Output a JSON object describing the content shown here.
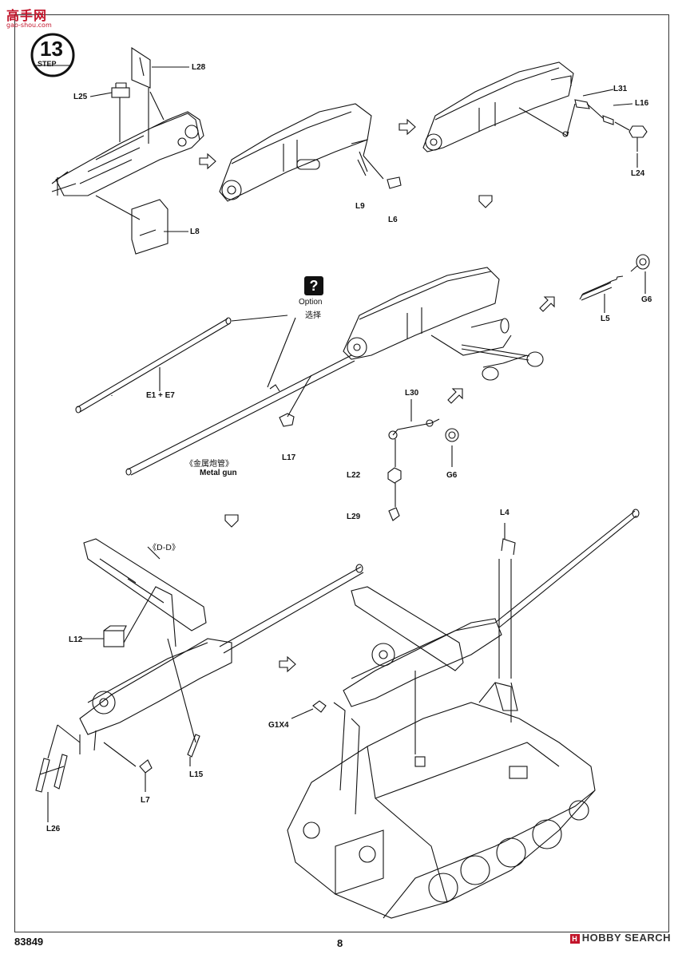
{
  "logo": {
    "cn": "高手网",
    "url_text": "gao-shou.com"
  },
  "step": {
    "number": "13",
    "label": "STEP"
  },
  "parts": {
    "L25": "L25",
    "L28": "L28",
    "L8": "L8",
    "L9": "L9",
    "L6": "L6",
    "L31": "L31",
    "L16": "L16",
    "L24": "L24",
    "L5": "L5",
    "G6a": "G6",
    "E1E7": "E1 + E7",
    "L17": "L17",
    "L30": "L30",
    "L22": "L22",
    "G6b": "G6",
    "L29": "L29",
    "L4": "L4",
    "L12": "L12",
    "L15": "L15",
    "L7": "L7",
    "L26": "L26",
    "G1X4": "G1X4"
  },
  "option": {
    "icon": "?",
    "en": "Option",
    "cn": "选择"
  },
  "metal_gun": {
    "cn": "《金属炮管》",
    "en": "Metal gun"
  },
  "section": "《D-D》",
  "footer": {
    "code": "83849",
    "page": "8",
    "brand": "HOBBY SEARCH"
  },
  "colors": {
    "logo": "#c2152b",
    "ink": "#111111"
  }
}
